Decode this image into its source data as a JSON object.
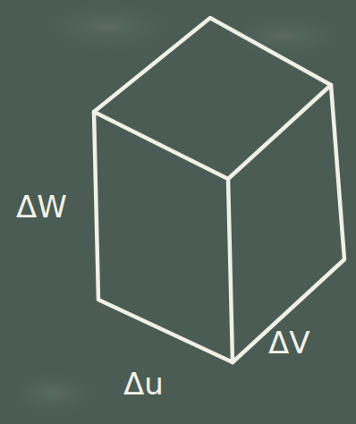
{
  "diagram": {
    "labels": [
      "ΔW",
      "Δu",
      "ΔV"
    ]
  }
}
